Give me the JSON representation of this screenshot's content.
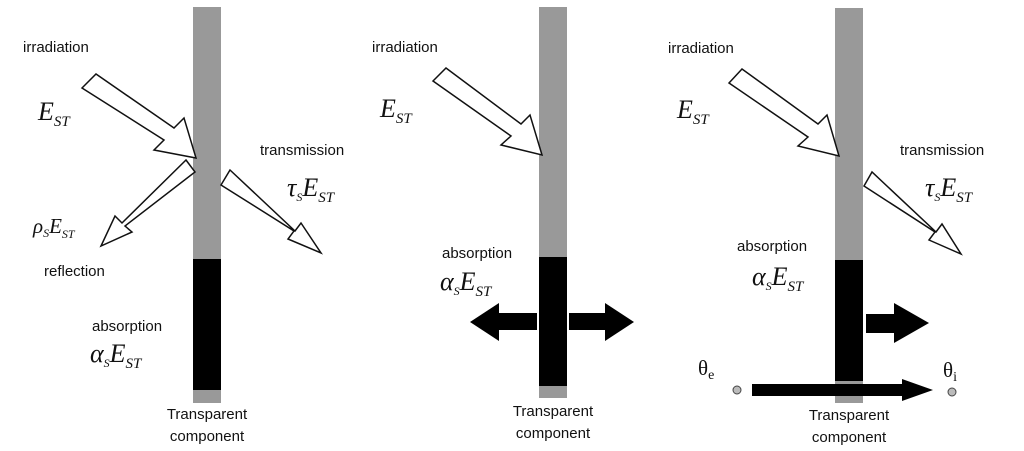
{
  "colors": {
    "glass_upper": "#999999",
    "glass_absorbing": "#000000",
    "arrow_outline": "#111111",
    "arrow_fill": "#ffffff",
    "heat_arrow": "#000000",
    "temp_node": "#bbbbbb"
  },
  "panels": [
    {
      "irradiation_label": "irradiation",
      "irradiation_symbol": {
        "main": "E",
        "sub": "ST"
      },
      "transmission_label": "transmission",
      "transmission_symbol": {
        "coef": "τ",
        "coef_sub": "S",
        "main": "E",
        "sub": "ST"
      },
      "reflection_label": "reflection",
      "reflection_symbol": {
        "coef": "ρ",
        "coef_sub": "S",
        "main": "E",
        "sub": "ST"
      },
      "absorption_label": "absorption",
      "absorption_symbol": {
        "coef": "α",
        "coef_sub": "S",
        "main": "E",
        "sub": "ST"
      },
      "component_label_line1": "Transparent",
      "component_label_line2": "component"
    },
    {
      "irradiation_label": "irradiation",
      "irradiation_symbol": {
        "main": "E",
        "sub": "ST"
      },
      "absorption_label": "absorption",
      "absorption_symbol": {
        "coef": "α",
        "coef_sub": "S",
        "main": "E",
        "sub": "ST"
      },
      "component_label_line1": "Transparent",
      "component_label_line2": "component"
    },
    {
      "irradiation_label": "irradiation",
      "irradiation_symbol": {
        "main": "E",
        "sub": "ST"
      },
      "transmission_label": "transmission",
      "transmission_symbol": {
        "coef": "τ",
        "coef_sub": "S",
        "main": "E",
        "sub": "ST"
      },
      "absorption_label": "absorption",
      "absorption_symbol": {
        "coef": "α",
        "coef_sub": "S",
        "main": "E",
        "sub": "ST"
      },
      "theta_e": {
        "main": "θ",
        "sub": "e"
      },
      "theta_i": {
        "main": "θ",
        "sub": "i"
      },
      "component_label_line1": "Transparent",
      "component_label_line2": "component"
    }
  ]
}
